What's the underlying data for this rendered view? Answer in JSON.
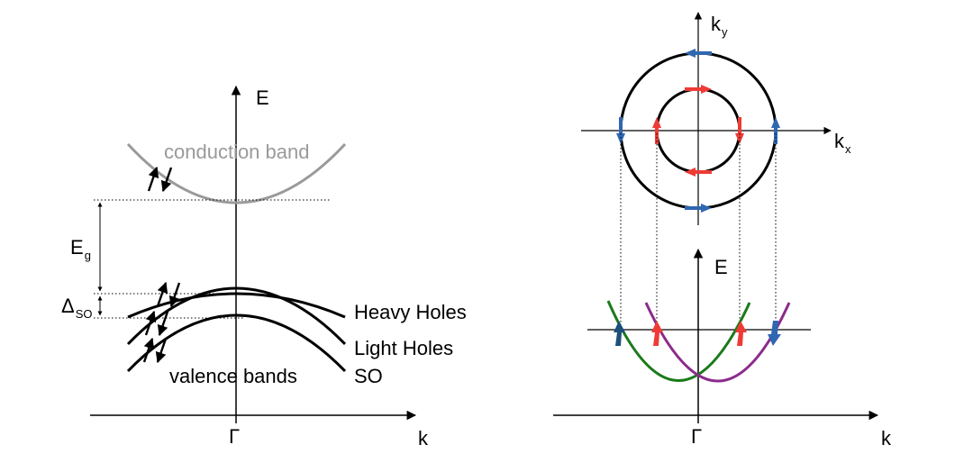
{
  "left_panel": {
    "energy_axis_label": "E",
    "k_axis_label": "k",
    "gamma_label": "Γ",
    "conduction_band_label": "conduction band",
    "gap_label": {
      "main": "E",
      "sub": "g"
    },
    "spin_orbit_gap_label": {
      "main": "Δ",
      "sub": "SO"
    },
    "heavy_holes_label": "Heavy Holes",
    "light_holes_label": "Light Holes",
    "split_off_label": "SO",
    "valence_bands_label": "valence bands"
  },
  "right_panel": {
    "ky_label": {
      "main": "k",
      "sub": "y"
    },
    "kx_label": {
      "main": "k",
      "sub": "x"
    },
    "energy_axis_label": "E",
    "gamma_label": "Γ",
    "k_axis_label": "k"
  },
  "colors": {
    "axis": "#000000",
    "conduction_band": "#9a9a9a",
    "spin_up_arrow": "#ee3b36",
    "spin_down_arrow": "#2f67b1",
    "band_green": "#1a7a1a",
    "band_purple": "#8b2b8b",
    "dark_blue_arrow": "#1d4f7a"
  }
}
